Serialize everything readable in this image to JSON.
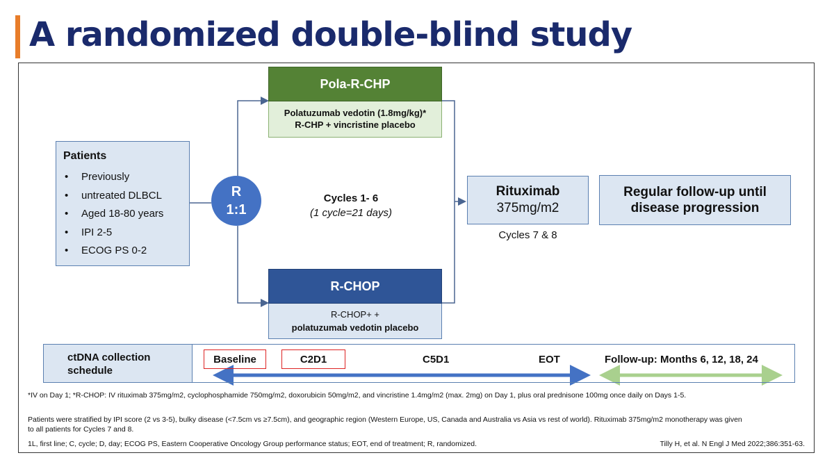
{
  "title": "A randomized double-blind study",
  "colors": {
    "title": "#1a2a6c",
    "accent_bar": "#e87d2a",
    "box_fill": "#dce6f2",
    "box_border": "#5a7fb0",
    "circle": "#4472c4",
    "pola_head": "#548235",
    "pola_body": "#e2efda",
    "rchop_head": "#2f5597",
    "rchop_body": "#dce6f2",
    "arrow_blue": "#4472c4",
    "arrow_green": "#a9d08e",
    "line": "#4a6591"
  },
  "patients": {
    "heading": "Patients",
    "items": [
      "Previously",
      "untreated DLBCL",
      "Aged 18-80 years",
      "IPI 2-5",
      "ECOG PS 0-2"
    ]
  },
  "randomization": {
    "line1": "R",
    "line2": "1:1"
  },
  "arm_pola": {
    "header": "Pola-R-CHP",
    "line1": "Polatuzumab vedotin (1.8mg/kg)*",
    "line2": "R-CHP + vincristine placebo"
  },
  "arm_rchop": {
    "header": "R-CHOP",
    "line1": "R-CHOP+ +",
    "line2": "polatuzumab vedotin placebo"
  },
  "cycles": {
    "line1": "Cycles 1- 6",
    "line2": "(1 cycle=21 days)"
  },
  "rituximab": {
    "line1": "Rituximab",
    "line2": "375mg/m2",
    "cycles": "Cycles 7 & 8"
  },
  "followup_box": "Regular follow-up until disease progression",
  "ctdna": {
    "label": "ctDNA collection schedule",
    "baseline": "Baseline",
    "c2d1": "C2D1",
    "c5d1": "C5D1",
    "eot": "EOT",
    "followup": "Follow-up: Months 6, 12, 18, 24"
  },
  "footnotes": {
    "note1": "*IV on Day 1; *R-CHOP: IV rituximab 375mg/m2, cyclophosphamide 750mg/m2, doxorubicin 50mg/m2, and vincristine 1.4mg/m2 (max. 2mg) on Day 1, plus oral prednisone 100mg once daily on Days 1-5.",
    "note2": "Patients were stratified by IPI score (2 vs 3-5), bulky disease (<7.5cm vs ≥7.5cm), and geographic region (Western Europe, US, Canada and Australia vs Asia vs rest of world). Rituximab 375mg/m2 monotherapy was given to all patients for Cycles 7 and 8.",
    "abbrev": "1L, first line; C, cycle; D, day; ECOG PS, Eastern Cooperative Oncology Group performance status; EOT, end of treatment; R, randomized.",
    "citation": "Tilly H, et al. N Engl J Med 2022;386:351-63."
  }
}
